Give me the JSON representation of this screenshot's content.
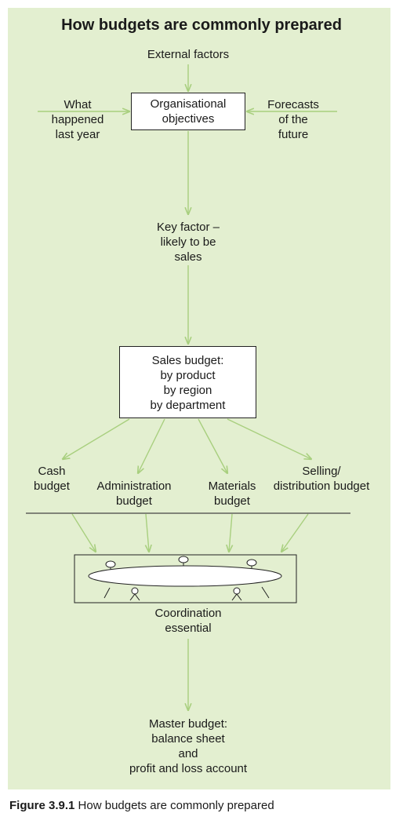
{
  "title": "How budgets are commonly prepared",
  "nodes": {
    "external_factors": "External factors",
    "what_happened": "What\nhappened\nlast year",
    "organisational_objectives": "Organisational\nobjectives",
    "forecasts": "Forecasts\nof the\nfuture",
    "key_factor": "Key factor –\nlikely to be\nsales",
    "sales_budget": "Sales budget:\nby product\nby region\nby department",
    "cash_budget": "Cash\nbudget",
    "administration_budget": "Administration\nbudget",
    "materials_budget": "Materials\nbudget",
    "selling_budget": "Selling/\ndistribution budget",
    "coordination": "Coordination\nessential",
    "master_budget": "Master budget:\nbalance sheet\nand\nprofit and loss account"
  },
  "caption": {
    "label": "Figure 3.9.1",
    "text": "How budgets are commonly prepared"
  },
  "colors": {
    "background": "#e3efd0",
    "arrow": "#a8cf7e",
    "box_border": "#222222",
    "text": "#1a1a1a"
  }
}
